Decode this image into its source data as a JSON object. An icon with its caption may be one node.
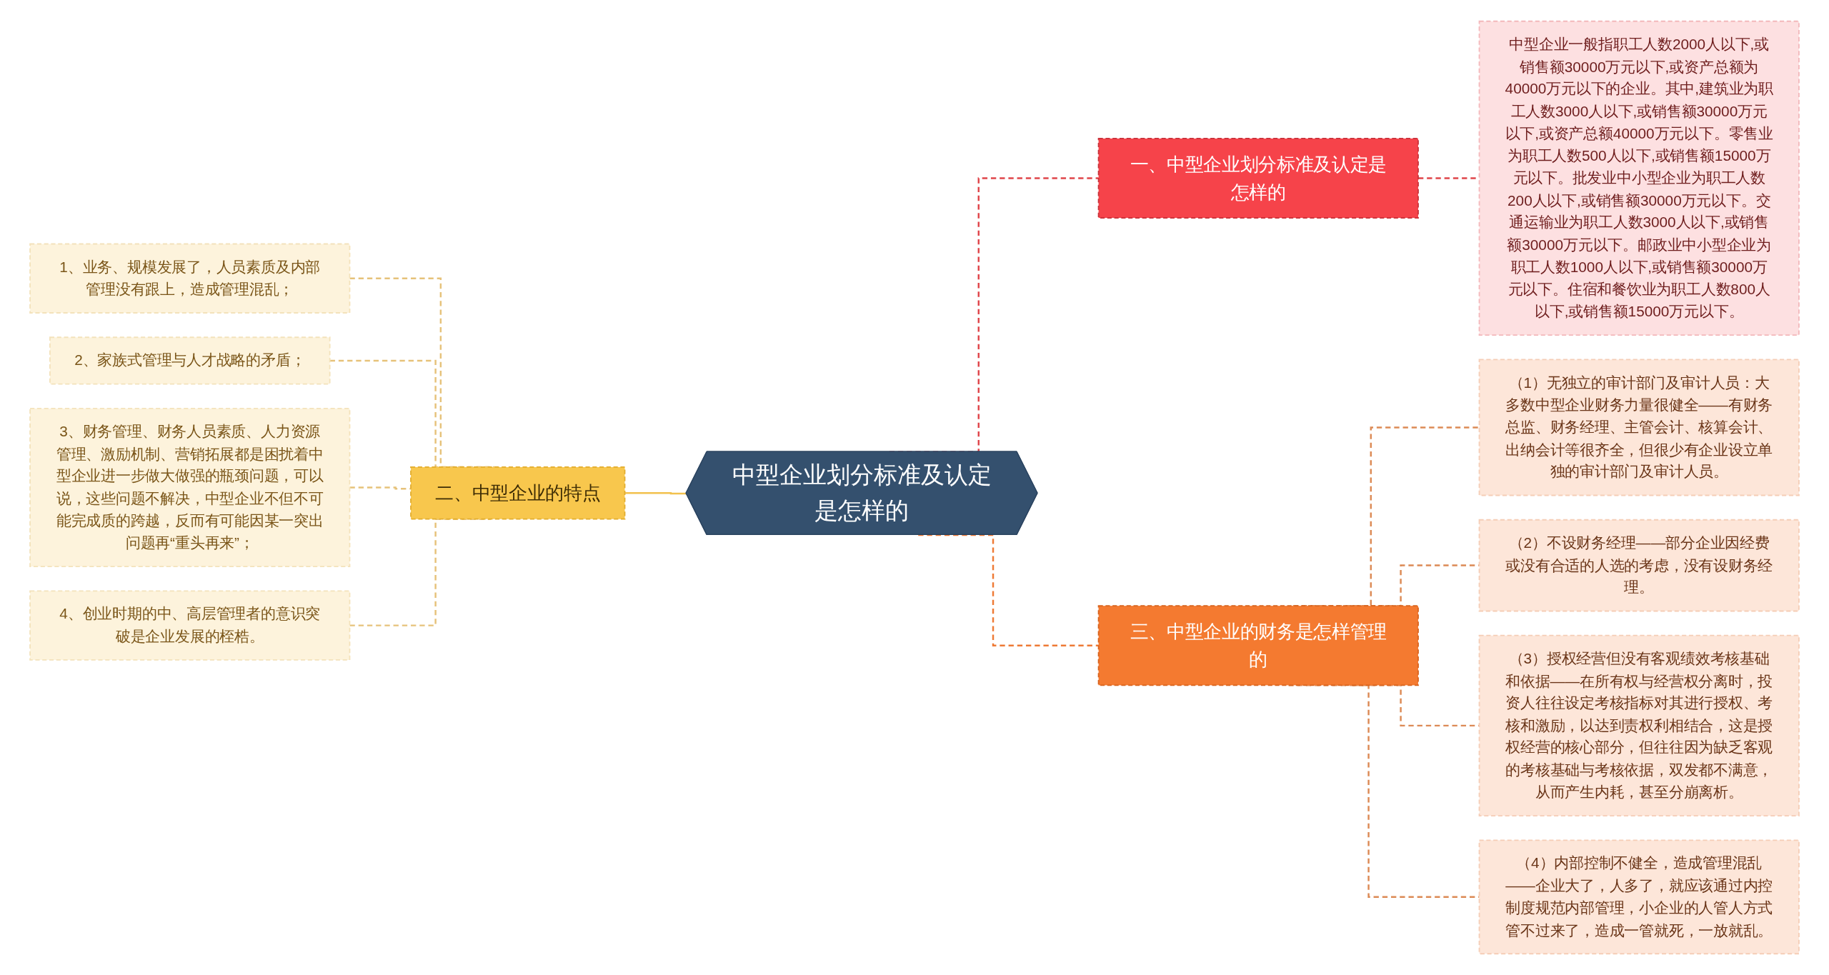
{
  "diagram": {
    "nodes": [
      {
        "text": [
          "中型企业划分标准及认定是怎样的"
        ]
      },
      {
        "text": [
          "一、中型企业划分标准及认定是怎样的"
        ]
      },
      {
        "text": [
          "中型企业一般指职工人数2000人以下,或销售额30000万元以下,或资产总额为40000万元以下的企业。其中,建筑业为职工人数3000人以下,或销售额30000万元以下,或资产总额40000万元以下。零售业为职工人数500人以下,或销售额15000万元以下。批发业中小型企业为职工人数200人以下,或销售额30000万元以下。交通运输业为职工人数3000人以下,或销售额30000万元以下。邮政业中小型企业为职工人数1000人以下,或销售额30000万元以下。住宿和餐饮业为职工人数800人以下,或销售额15000万元以下。"
        ]
      },
      {
        "text": [
          "二、中型企业的特点"
        ]
      },
      {
        "text": [
          "1、业务、规模发展了，人员素质及内部管理没有跟上，造成管理混乱；"
        ]
      },
      {
        "text": [
          "2、家族式管理与人才战略的矛盾；"
        ]
      },
      {
        "text": [
          "3、财务管理、财务人员素质、人力资源管理、激励机制、营销拓展都是困扰着中型企业进一步做大做强的瓶颈问题，可以说，这些问题不解决，中型企业不但不可能完成质的跨越，反而有可能因某一突出问题再“重头再来”；"
        ]
      },
      {
        "text": [
          "4、创业时期的中、高层管理者的意识突破是企业发展的桎梏。"
        ]
      },
      {
        "text": [
          "三、中型企业的财务是怎样管理的"
        ]
      },
      {
        "text": [
          "（1）无独立的审计部门及审计人员：大多数中型企业财务力量很健全——有财务总监、财务经理、主管会计、核算会计、出纳会计等很齐全，但很少有企业设立单独的审计部门及审计人员。"
        ]
      },
      {
        "text": [
          "（2）不设财务经理——部分企业因经费或没有合适的人选的考虑，没有设财务经理。"
        ]
      },
      {
        "text": [
          "（3）授权经营但没有客观绩效考核基础和依据——在所有权与经营权分离时，投资人往往设定考核指标对其进行授权、考核和激励，以达到责权利相结合，这是授权经营的核心部分，但往往因为缺乏客观的考核基础与考核依据，双发都不满意，从而产生内耗，甚至分崩离析。"
        ]
      },
      {
        "text": [
          "（4）内部控制不健全，造成管理混乱——企业大了，人多了，就应该通过内控制度规范内部管理，小企业的人管人方式管不过来了，造成一管就死，一放就乱。"
        ]
      }
    ],
    "edges": [
      {
        "from": 0,
        "to": 1,
        "arrow": "none",
        "style": "dashed",
        "color": "#e0454a"
      },
      {
        "from": 1,
        "to": 2,
        "arrow": "none",
        "style": "dashed",
        "color": "#e0454a"
      },
      {
        "from": 3,
        "to": 0,
        "arrow": "none",
        "color": "#f2c14e"
      },
      {
        "from": 4,
        "to": 3,
        "arrow": "none",
        "style": "dashed",
        "color": "#e6c27a"
      },
      {
        "from": 5,
        "to": 3,
        "arrow": "none",
        "style": "dashed",
        "color": "#e6c27a"
      },
      {
        "from": 6,
        "to": 3,
        "arrow": "none",
        "style": "dashed",
        "color": "#e6c27a"
      },
      {
        "from": 7,
        "to": 3,
        "arrow": "none",
        "style": "dashed",
        "color": "#e6c27a"
      },
      {
        "from": 0,
        "to": 8,
        "arrow": "none",
        "style": "dashed",
        "color": "#ee7a35"
      },
      {
        "from": 8,
        "to": 9,
        "arrow": "none",
        "style": "dashed",
        "color": "#dc8a55"
      },
      {
        "from": 8,
        "to": 10,
        "arrow": "none",
        "style": "dashed",
        "color": "#dc8a55"
      },
      {
        "from": 8,
        "to": 11,
        "arrow": "none",
        "style": "dashed",
        "color": "#dc8a55"
      },
      {
        "from": 8,
        "to": 12,
        "arrow": "none",
        "style": "dashed",
        "color": "#dc8a55"
      }
    ]
  }
}
